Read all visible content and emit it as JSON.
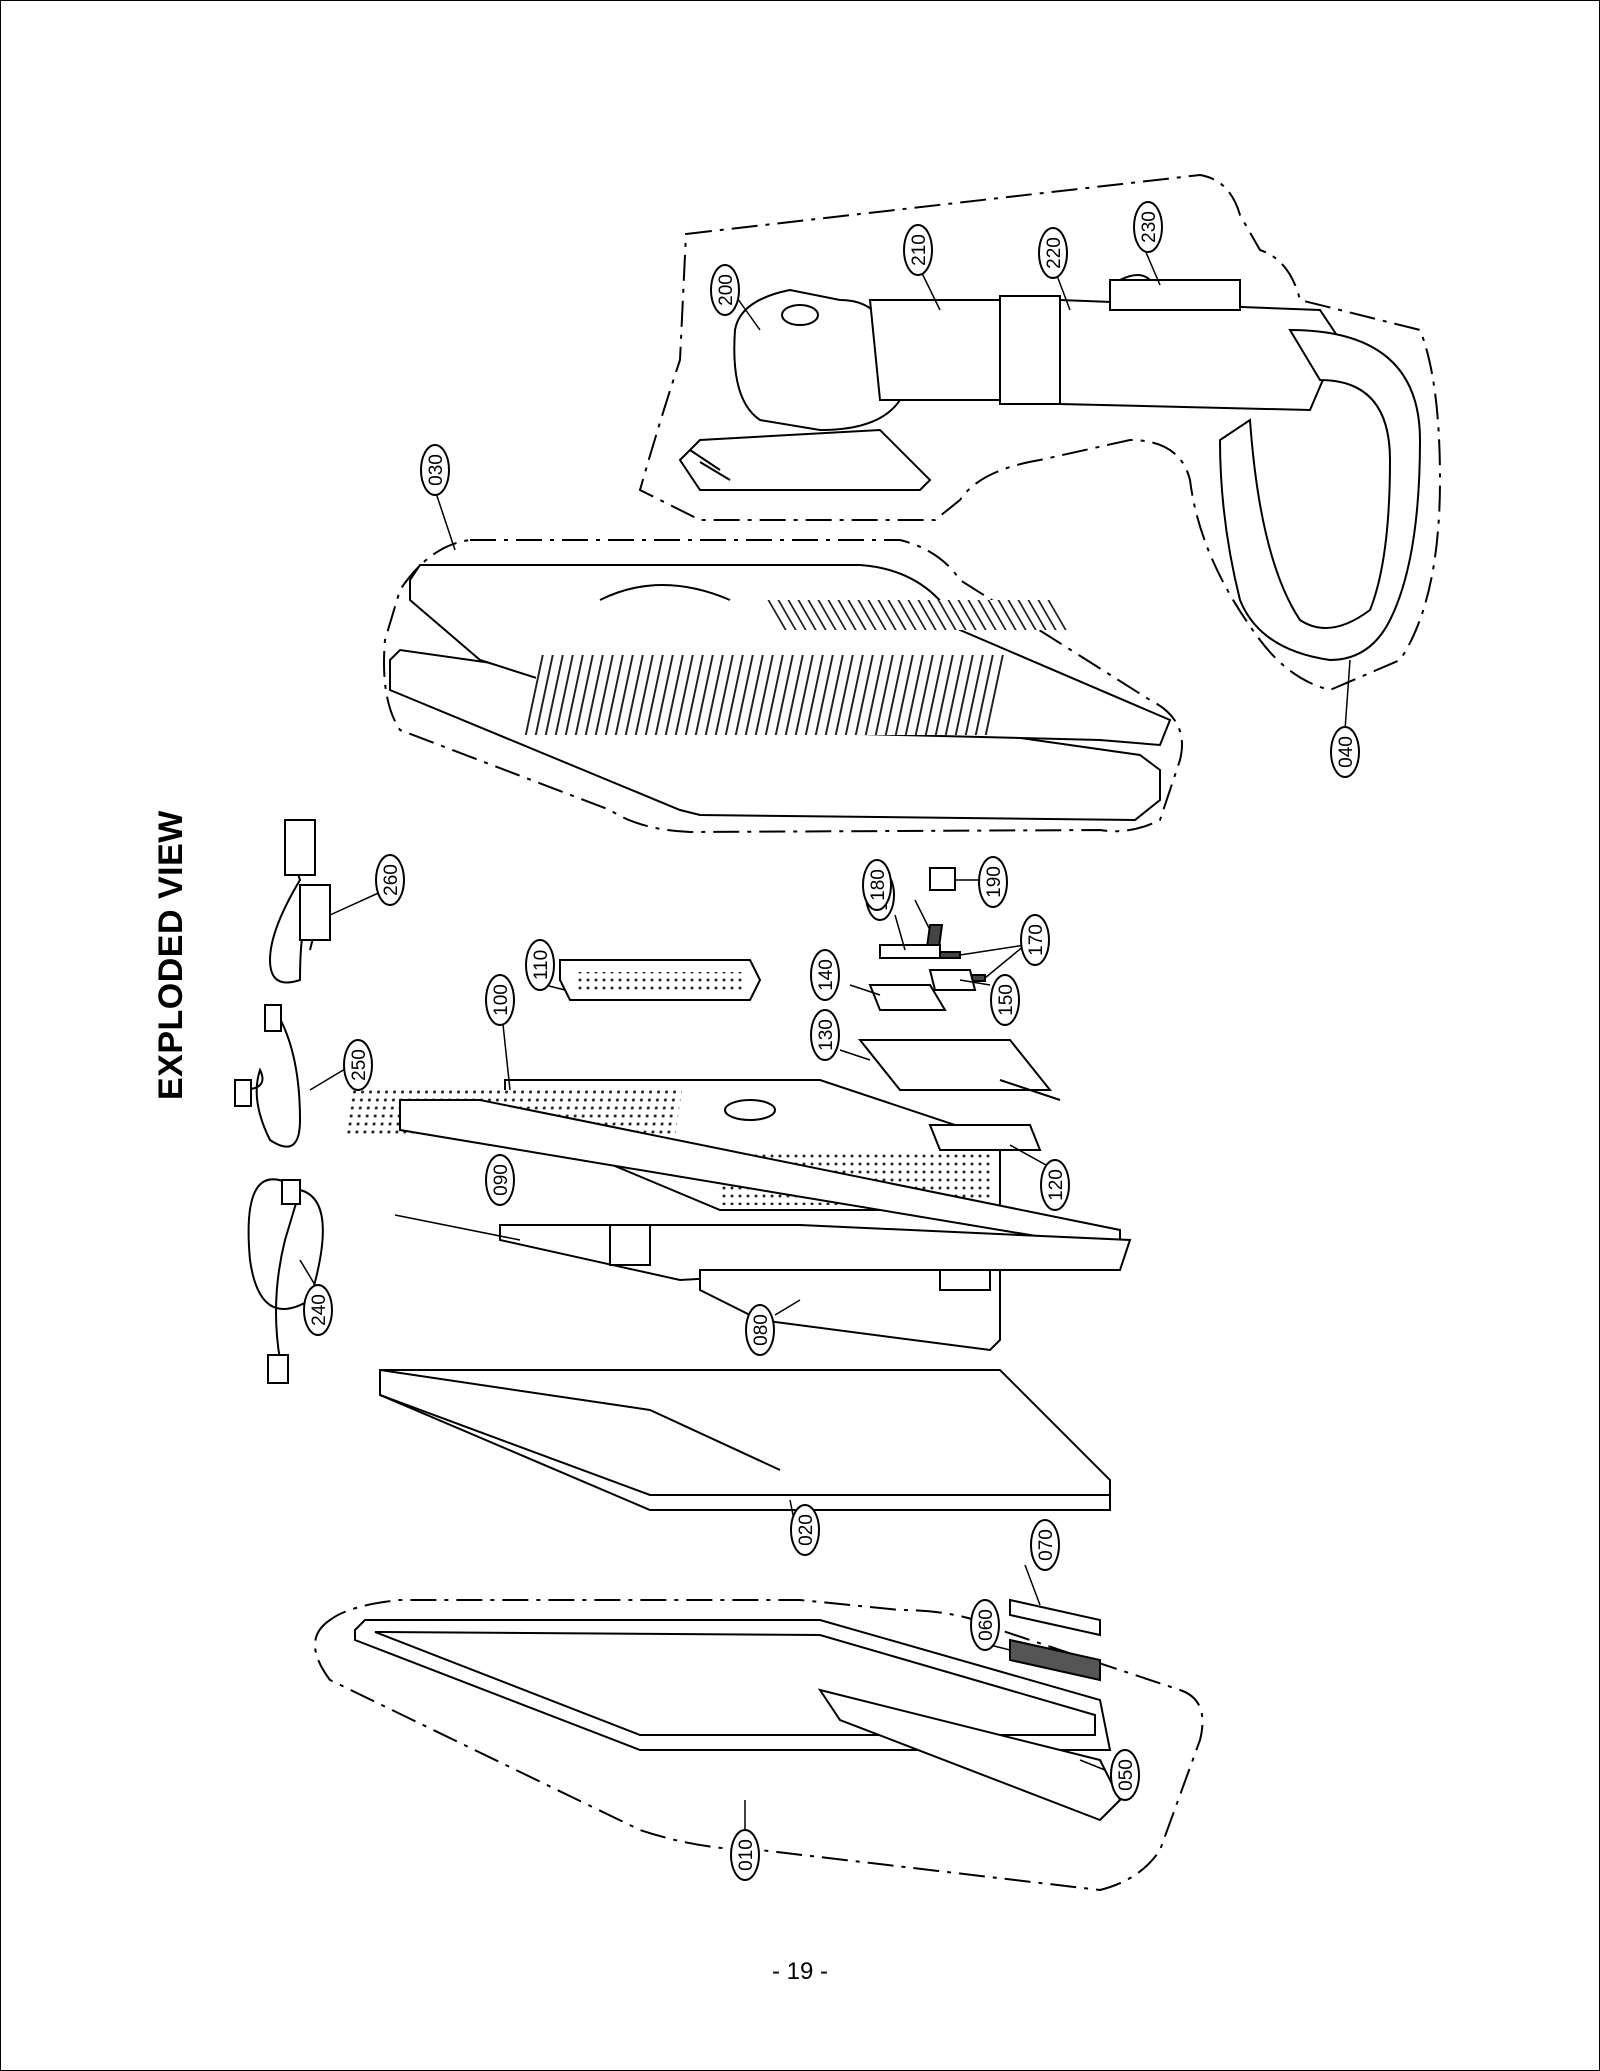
{
  "title": "EXPLODED VIEW",
  "page_number": "- 19 -",
  "callouts": [
    "010",
    "020",
    "030",
    "040",
    "050",
    "060",
    "070",
    "080",
    "090",
    "100",
    "110",
    "120",
    "130",
    "140",
    "150",
    "160",
    "170",
    "180",
    "190",
    "200",
    "210",
    "220",
    "230",
    "240",
    "250",
    "260"
  ]
}
